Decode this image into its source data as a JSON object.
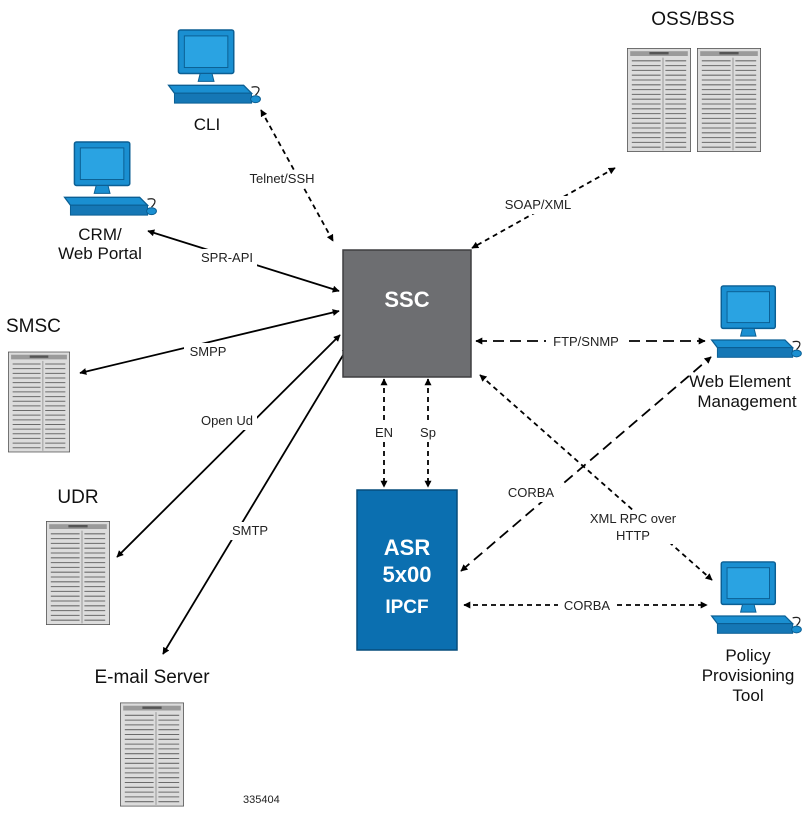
{
  "nodes": {
    "cli": "CLI",
    "crm_line1": "CRM/",
    "crm_line2": "Web Portal",
    "smsc": "SMSC",
    "udr": "UDR",
    "email": "E-mail Server",
    "oss": "OSS/BSS",
    "ssc": "SSC",
    "asr_line1": "ASR",
    "asr_line2": "5x00",
    "asr_line3": "IPCF",
    "wem_line1": "Web Element",
    "wem_line2": "Management",
    "ppt_line1": "Policy",
    "ppt_line2": "Provisioning",
    "ppt_line3": "Tool"
  },
  "edges": {
    "telnet": "Telnet/SSH",
    "spr_api": "SPR-API",
    "smpp": "SMPP",
    "open_ud": "Open Ud",
    "smtp": "SMTP",
    "soap": "SOAP/XML",
    "ftp_snmp": "FTP/SNMP",
    "xml_rpc_line1": "XML RPC over",
    "xml_rpc_line2": "HTTP",
    "en": "EN",
    "sp": "Sp",
    "corba_wem": "CORBA",
    "corba_ppt": "CORBA"
  },
  "figure_number": "335404",
  "colors": {
    "ssc_box": "#6d6e71",
    "asr_box": "#0b6fb0",
    "computer_blue": "#1a8fd1",
    "server_gray": "#d9d9d9"
  }
}
